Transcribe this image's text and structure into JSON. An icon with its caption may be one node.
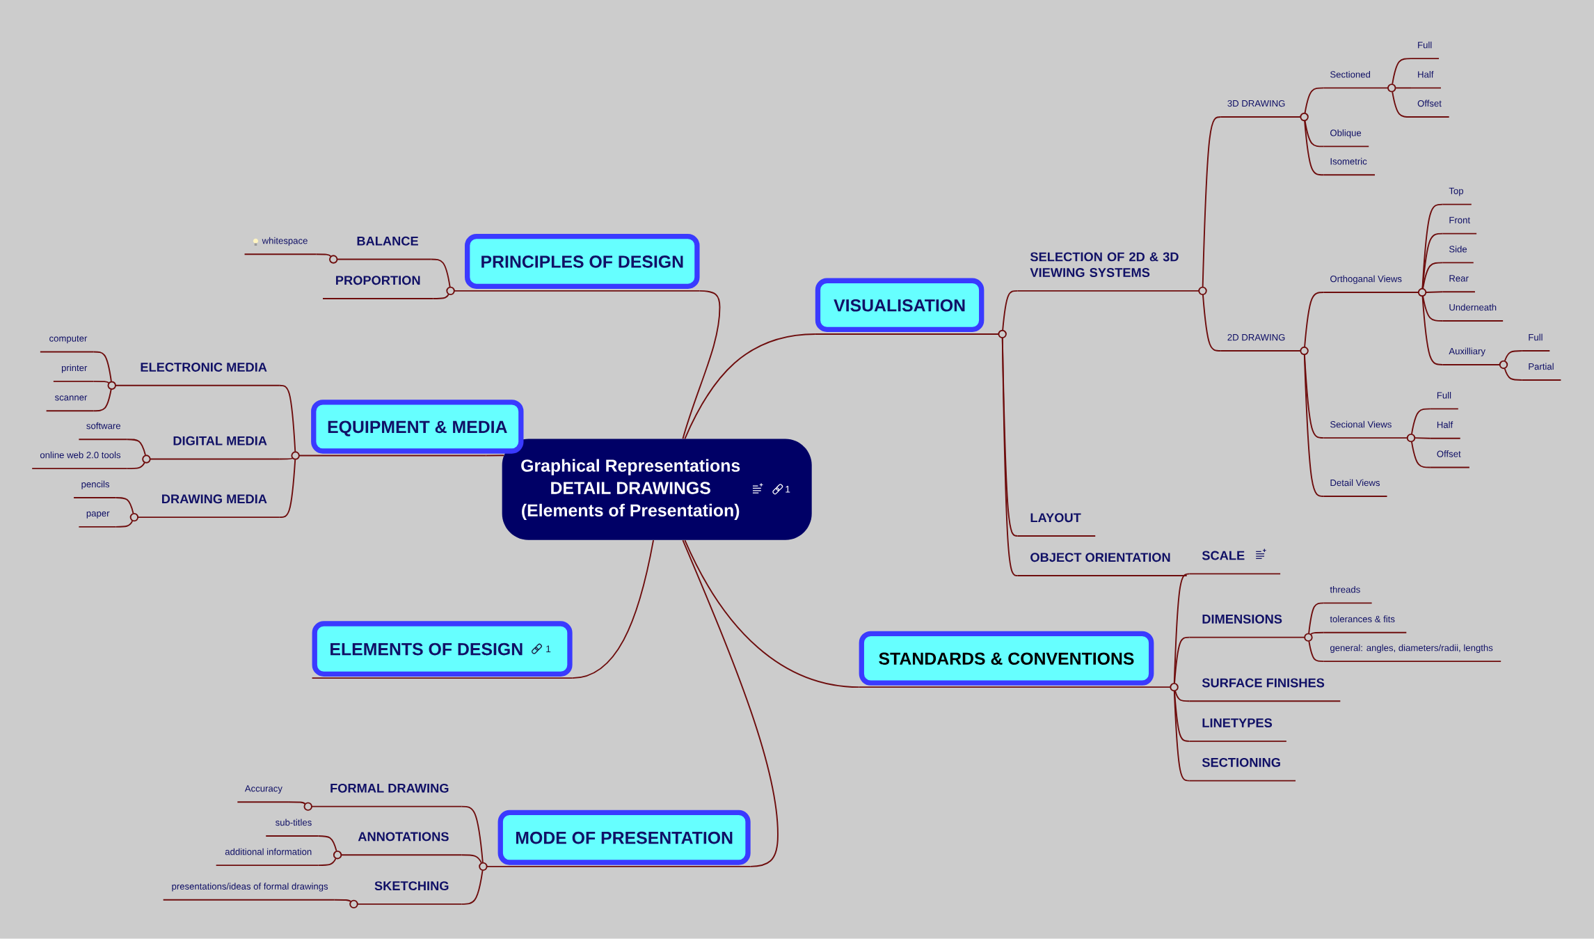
{
  "diagram": {
    "nodes": [
      {
        "text": [
          "Graphical Representations DETAIL DRAWINGS (Elements of Presentation)",
          "1"
        ]
      },
      {
        "text": [
          "PRINCIPLES OF DESIGN"
        ]
      },
      {
        "text": [
          "BALANCE"
        ]
      },
      {
        "text": [
          "whitespace"
        ]
      },
      {
        "text": [
          "PROPORTION"
        ]
      },
      {
        "text": [
          "EQUIPMENT & MEDIA"
        ]
      },
      {
        "text": [
          "ELECTRONIC MEDIA"
        ]
      },
      {
        "text": [
          "computer"
        ]
      },
      {
        "text": [
          "printer"
        ]
      },
      {
        "text": [
          "scanner"
        ]
      },
      {
        "text": [
          "DIGITAL MEDIA"
        ]
      },
      {
        "text": [
          "software"
        ]
      },
      {
        "text": [
          "online web 2.0 tools"
        ]
      },
      {
        "text": [
          "DRAWING MEDIA"
        ]
      },
      {
        "text": [
          "pencils"
        ]
      },
      {
        "text": [
          "paper"
        ]
      },
      {
        "text": [
          "ELEMENTS OF DESIGN",
          "1"
        ]
      },
      {
        "text": [
          "MODE OF PRESENTATION"
        ]
      },
      {
        "text": [
          "FORMAL DRAWING"
        ]
      },
      {
        "text": [
          "Accuracy"
        ]
      },
      {
        "text": [
          "ANNOTATIONS"
        ]
      },
      {
        "text": [
          "sub-titles"
        ]
      },
      {
        "text": [
          "additional information"
        ]
      },
      {
        "text": [
          "SKETCHING"
        ]
      },
      {
        "text": [
          "presentations/ideas of formal drawings"
        ]
      },
      {
        "text": [
          "VISUALISATION"
        ]
      },
      {
        "text": [
          "SELECTION OF 2D & 3D VIEWING SYSTEMS"
        ]
      },
      {
        "text": [
          "3D DRAWING"
        ]
      },
      {
        "text": [
          "Sectioned"
        ]
      },
      {
        "text": [
          "Full"
        ]
      },
      {
        "text": [
          "Half"
        ]
      },
      {
        "text": [
          "Offset"
        ]
      },
      {
        "text": [
          "Oblique"
        ]
      },
      {
        "text": [
          "Isometric"
        ]
      },
      {
        "text": [
          "2D DRAWING"
        ]
      },
      {
        "text": [
          "Orthoganal Views"
        ]
      },
      {
        "text": [
          "Top"
        ]
      },
      {
        "text": [
          "Front"
        ]
      },
      {
        "text": [
          "Side"
        ]
      },
      {
        "text": [
          "Rear"
        ]
      },
      {
        "text": [
          "Underneath"
        ]
      },
      {
        "text": [
          "Auxilliary"
        ]
      },
      {
        "text": [
          "Full"
        ]
      },
      {
        "text": [
          "Partial"
        ]
      },
      {
        "text": [
          "Secional Views"
        ]
      },
      {
        "text": [
          "Full"
        ]
      },
      {
        "text": [
          "Half"
        ]
      },
      {
        "text": [
          "Offset"
        ]
      },
      {
        "text": [
          "Detail Views"
        ]
      },
      {
        "text": [
          "LAYOUT"
        ]
      },
      {
        "text": [
          "OBJECT ORIENTATION"
        ]
      },
      {
        "text": [
          "STANDARDS & CONVENTIONS"
        ]
      },
      {
        "text": [
          "SCALE"
        ]
      },
      {
        "text": [
          "DIMENSIONS"
        ]
      },
      {
        "text": [
          "threads"
        ]
      },
      {
        "text": [
          "tolerances & fits"
        ]
      },
      {
        "text": [
          "general: angles, diameters/radii, lengths"
        ]
      },
      {
        "text": [
          "SURFACE FINISHES"
        ]
      },
      {
        "text": [
          "LINETYPES"
        ]
      },
      {
        "text": [
          "SECTIONING"
        ]
      }
    ],
    "edges": [
      {
        "from": 0,
        "to": 1,
        "arrow": "none"
      },
      {
        "from": 1,
        "to": 2,
        "arrow": "none"
      },
      {
        "from": 2,
        "to": 3,
        "arrow": "none"
      },
      {
        "from": 1,
        "to": 4,
        "arrow": "none"
      },
      {
        "from": 0,
        "to": 5,
        "arrow": "none"
      },
      {
        "from": 5,
        "to": 6,
        "arrow": "none"
      },
      {
        "from": 6,
        "to": 7,
        "arrow": "none"
      },
      {
        "from": 6,
        "to": 8,
        "arrow": "none"
      },
      {
        "from": 6,
        "to": 9,
        "arrow": "none"
      },
      {
        "from": 5,
        "to": 10,
        "arrow": "none"
      },
      {
        "from": 10,
        "to": 11,
        "arrow": "none"
      },
      {
        "from": 10,
        "to": 12,
        "arrow": "none"
      },
      {
        "from": 5,
        "to": 13,
        "arrow": "none"
      },
      {
        "from": 13,
        "to": 14,
        "arrow": "none"
      },
      {
        "from": 13,
        "to": 15,
        "arrow": "none"
      },
      {
        "from": 0,
        "to": 16,
        "arrow": "none"
      },
      {
        "from": 0,
        "to": 17,
        "arrow": "none"
      },
      {
        "from": 17,
        "to": 18,
        "arrow": "none"
      },
      {
        "from": 18,
        "to": 19,
        "arrow": "none"
      },
      {
        "from": 17,
        "to": 20,
        "arrow": "none"
      },
      {
        "from": 20,
        "to": 21,
        "arrow": "none"
      },
      {
        "from": 20,
        "to": 22,
        "arrow": "none"
      },
      {
        "from": 17,
        "to": 23,
        "arrow": "none"
      },
      {
        "from": 23,
        "to": 24,
        "arrow": "none"
      },
      {
        "from": 0,
        "to": 25,
        "arrow": "none"
      },
      {
        "from": 25,
        "to": 26,
        "arrow": "none"
      },
      {
        "from": 26,
        "to": 27,
        "arrow": "none"
      },
      {
        "from": 27,
        "to": 28,
        "arrow": "none"
      },
      {
        "from": 28,
        "to": 29,
        "arrow": "none"
      },
      {
        "from": 28,
        "to": 30,
        "arrow": "none"
      },
      {
        "from": 28,
        "to": 31,
        "arrow": "none"
      },
      {
        "from": 27,
        "to": 32,
        "arrow": "none"
      },
      {
        "from": 27,
        "to": 33,
        "arrow": "none"
      },
      {
        "from": 26,
        "to": 34,
        "arrow": "none"
      },
      {
        "from": 34,
        "to": 35,
        "arrow": "none"
      },
      {
        "from": 35,
        "to": 36,
        "arrow": "none"
      },
      {
        "from": 35,
        "to": 37,
        "arrow": "none"
      },
      {
        "from": 35,
        "to": 38,
        "arrow": "none"
      },
      {
        "from": 35,
        "to": 39,
        "arrow": "none"
      },
      {
        "from": 35,
        "to": 40,
        "arrow": "none"
      },
      {
        "from": 35,
        "to": 41,
        "arrow": "none"
      },
      {
        "from": 41,
        "to": 42,
        "arrow": "none"
      },
      {
        "from": 41,
        "to": 43,
        "arrow": "none"
      },
      {
        "from": 34,
        "to": 44,
        "arrow": "none"
      },
      {
        "from": 44,
        "to": 45,
        "arrow": "none"
      },
      {
        "from": 44,
        "to": 46,
        "arrow": "none"
      },
      {
        "from": 44,
        "to": 47,
        "arrow": "none"
      },
      {
        "from": 34,
        "to": 48,
        "arrow": "none"
      },
      {
        "from": 25,
        "to": 49,
        "arrow": "none"
      },
      {
        "from": 25,
        "to": 50,
        "arrow": "none"
      },
      {
        "from": 0,
        "to": 51,
        "arrow": "none"
      },
      {
        "from": 51,
        "to": 52,
        "arrow": "none"
      },
      {
        "from": 51,
        "to": 53,
        "arrow": "none"
      },
      {
        "from": 53,
        "to": 54,
        "arrow": "none"
      },
      {
        "from": 53,
        "to": 55,
        "arrow": "none"
      },
      {
        "from": 53,
        "to": 56,
        "arrow": "none"
      },
      {
        "from": 51,
        "to": 57,
        "arrow": "none"
      },
      {
        "from": 51,
        "to": 58,
        "arrow": "none"
      },
      {
        "from": 51,
        "to": 59,
        "arrow": "none"
      }
    ]
  }
}
